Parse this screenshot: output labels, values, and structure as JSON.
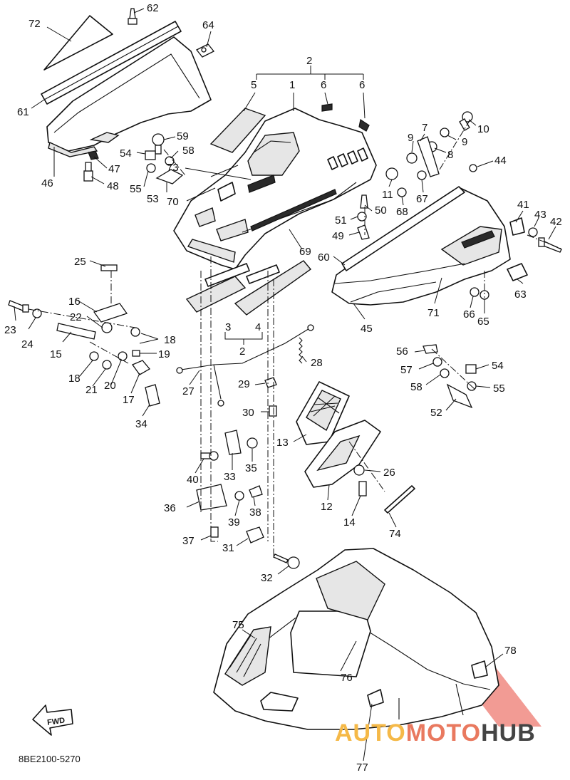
{
  "diagram": {
    "code": "8BE2100-5270",
    "fwd_label": "FWD",
    "callouts": [
      {
        "id": "c72",
        "n": "72"
      },
      {
        "id": "c62",
        "n": "62"
      },
      {
        "id": "c64",
        "n": "64"
      },
      {
        "id": "c61",
        "n": "61"
      },
      {
        "id": "c46",
        "n": "46"
      },
      {
        "id": "c47",
        "n": "47"
      },
      {
        "id": "c48",
        "n": "48"
      },
      {
        "id": "c2a",
        "n": "2"
      },
      {
        "id": "c5",
        "n": "5"
      },
      {
        "id": "c1",
        "n": "1"
      },
      {
        "id": "c6a",
        "n": "6"
      },
      {
        "id": "c6b",
        "n": "6"
      },
      {
        "id": "c7",
        "n": "7"
      },
      {
        "id": "c10",
        "n": "10"
      },
      {
        "id": "c9a",
        "n": "9"
      },
      {
        "id": "c9b",
        "n": "9"
      },
      {
        "id": "c8",
        "n": "8"
      },
      {
        "id": "c44",
        "n": "44"
      },
      {
        "id": "c59",
        "n": "59"
      },
      {
        "id": "c54a",
        "n": "54"
      },
      {
        "id": "c58a",
        "n": "58"
      },
      {
        "id": "c73",
        "n": "73"
      },
      {
        "id": "c55a",
        "n": "55"
      },
      {
        "id": "c53",
        "n": "53"
      },
      {
        "id": "c70",
        "n": "70"
      },
      {
        "id": "c11",
        "n": "11"
      },
      {
        "id": "c67",
        "n": "67"
      },
      {
        "id": "c68",
        "n": "68"
      },
      {
        "id": "c50",
        "n": "50"
      },
      {
        "id": "c51",
        "n": "51"
      },
      {
        "id": "c41",
        "n": "41"
      },
      {
        "id": "c43",
        "n": "43"
      },
      {
        "id": "c42",
        "n": "42"
      },
      {
        "id": "c49",
        "n": "49"
      },
      {
        "id": "c69",
        "n": "69"
      },
      {
        "id": "c60",
        "n": "60"
      },
      {
        "id": "c63",
        "n": "63"
      },
      {
        "id": "c71",
        "n": "71"
      },
      {
        "id": "c66",
        "n": "66"
      },
      {
        "id": "c65",
        "n": "65"
      },
      {
        "id": "c45",
        "n": "45"
      },
      {
        "id": "c25",
        "n": "25"
      },
      {
        "id": "c16",
        "n": "16"
      },
      {
        "id": "c23",
        "n": "23"
      },
      {
        "id": "c24",
        "n": "24"
      },
      {
        "id": "c22",
        "n": "22"
      },
      {
        "id": "c18a",
        "n": "18"
      },
      {
        "id": "c15",
        "n": "15"
      },
      {
        "id": "c19",
        "n": "19"
      },
      {
        "id": "c18b",
        "n": "18"
      },
      {
        "id": "c21",
        "n": "21"
      },
      {
        "id": "c20",
        "n": "20"
      },
      {
        "id": "c17",
        "n": "17"
      },
      {
        "id": "c34",
        "n": "34"
      },
      {
        "id": "c3",
        "n": "3"
      },
      {
        "id": "c4",
        "n": "4"
      },
      {
        "id": "c2b",
        "n": "2"
      },
      {
        "id": "c28",
        "n": "28"
      },
      {
        "id": "c27",
        "n": "27"
      },
      {
        "id": "c29",
        "n": "29"
      },
      {
        "id": "c30",
        "n": "30"
      },
      {
        "id": "c56",
        "n": "56"
      },
      {
        "id": "c57",
        "n": "57"
      },
      {
        "id": "c54b",
        "n": "54"
      },
      {
        "id": "c58b",
        "n": "58"
      },
      {
        "id": "c55b",
        "n": "55"
      },
      {
        "id": "c52",
        "n": "52"
      },
      {
        "id": "c13",
        "n": "13"
      },
      {
        "id": "c26",
        "n": "26"
      },
      {
        "id": "c12",
        "n": "12"
      },
      {
        "id": "c14",
        "n": "14"
      },
      {
        "id": "c74",
        "n": "74"
      },
      {
        "id": "c40",
        "n": "40"
      },
      {
        "id": "c33",
        "n": "33"
      },
      {
        "id": "c35",
        "n": "35"
      },
      {
        "id": "c36",
        "n": "36"
      },
      {
        "id": "c39",
        "n": "39"
      },
      {
        "id": "c38",
        "n": "38"
      },
      {
        "id": "c37",
        "n": "37"
      },
      {
        "id": "c31",
        "n": "31"
      },
      {
        "id": "c32",
        "n": "32"
      },
      {
        "id": "c75",
        "n": "75"
      },
      {
        "id": "c76",
        "n": "76"
      },
      {
        "id": "c78",
        "n": "78"
      },
      {
        "id": "c77",
        "n": "77"
      }
    ]
  },
  "watermark": {
    "part1": "AUTO",
    "part2": "MOTO",
    "part3": "HUB",
    "color_auto": "#f5b948",
    "color_moto": "#e9795f",
    "color_hub": "#444444",
    "triangle_color": "#f08a82"
  }
}
